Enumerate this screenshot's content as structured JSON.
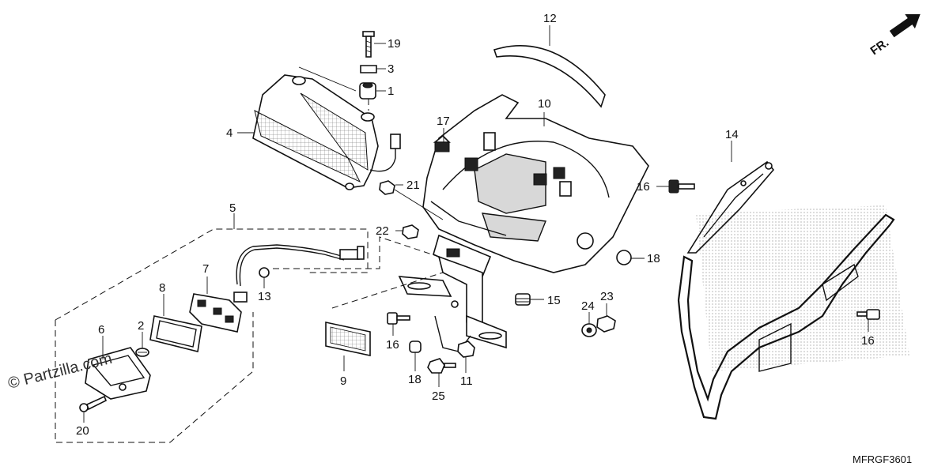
{
  "watermark": {
    "text": "© Partzilla.com"
  },
  "diagram_code": "MFRGF3601",
  "direction_label": "FR.",
  "callouts": [
    {
      "id": "c1",
      "label": "1"
    },
    {
      "id": "c2",
      "label": "2"
    },
    {
      "id": "c3",
      "label": "3"
    },
    {
      "id": "c4",
      "label": "4"
    },
    {
      "id": "c5",
      "label": "5"
    },
    {
      "id": "c6",
      "label": "6"
    },
    {
      "id": "c7",
      "label": "7"
    },
    {
      "id": "c8",
      "label": "8"
    },
    {
      "id": "c9",
      "label": "9"
    },
    {
      "id": "c10",
      "label": "10"
    },
    {
      "id": "c11",
      "label": "11"
    },
    {
      "id": "c12",
      "label": "12"
    },
    {
      "id": "c13",
      "label": "13"
    },
    {
      "id": "c14",
      "label": "14"
    },
    {
      "id": "c15",
      "label": "15"
    },
    {
      "id": "c16a",
      "label": "16"
    },
    {
      "id": "c16b",
      "label": "16"
    },
    {
      "id": "c16c",
      "label": "16"
    },
    {
      "id": "c17",
      "label": "17"
    },
    {
      "id": "c18a",
      "label": "18"
    },
    {
      "id": "c18b",
      "label": "18"
    },
    {
      "id": "c19",
      "label": "19"
    },
    {
      "id": "c20",
      "label": "20"
    },
    {
      "id": "c21",
      "label": "21"
    },
    {
      "id": "c22",
      "label": "22"
    },
    {
      "id": "c23",
      "label": "23"
    },
    {
      "id": "c24",
      "label": "24"
    },
    {
      "id": "c25",
      "label": "25"
    }
  ]
}
